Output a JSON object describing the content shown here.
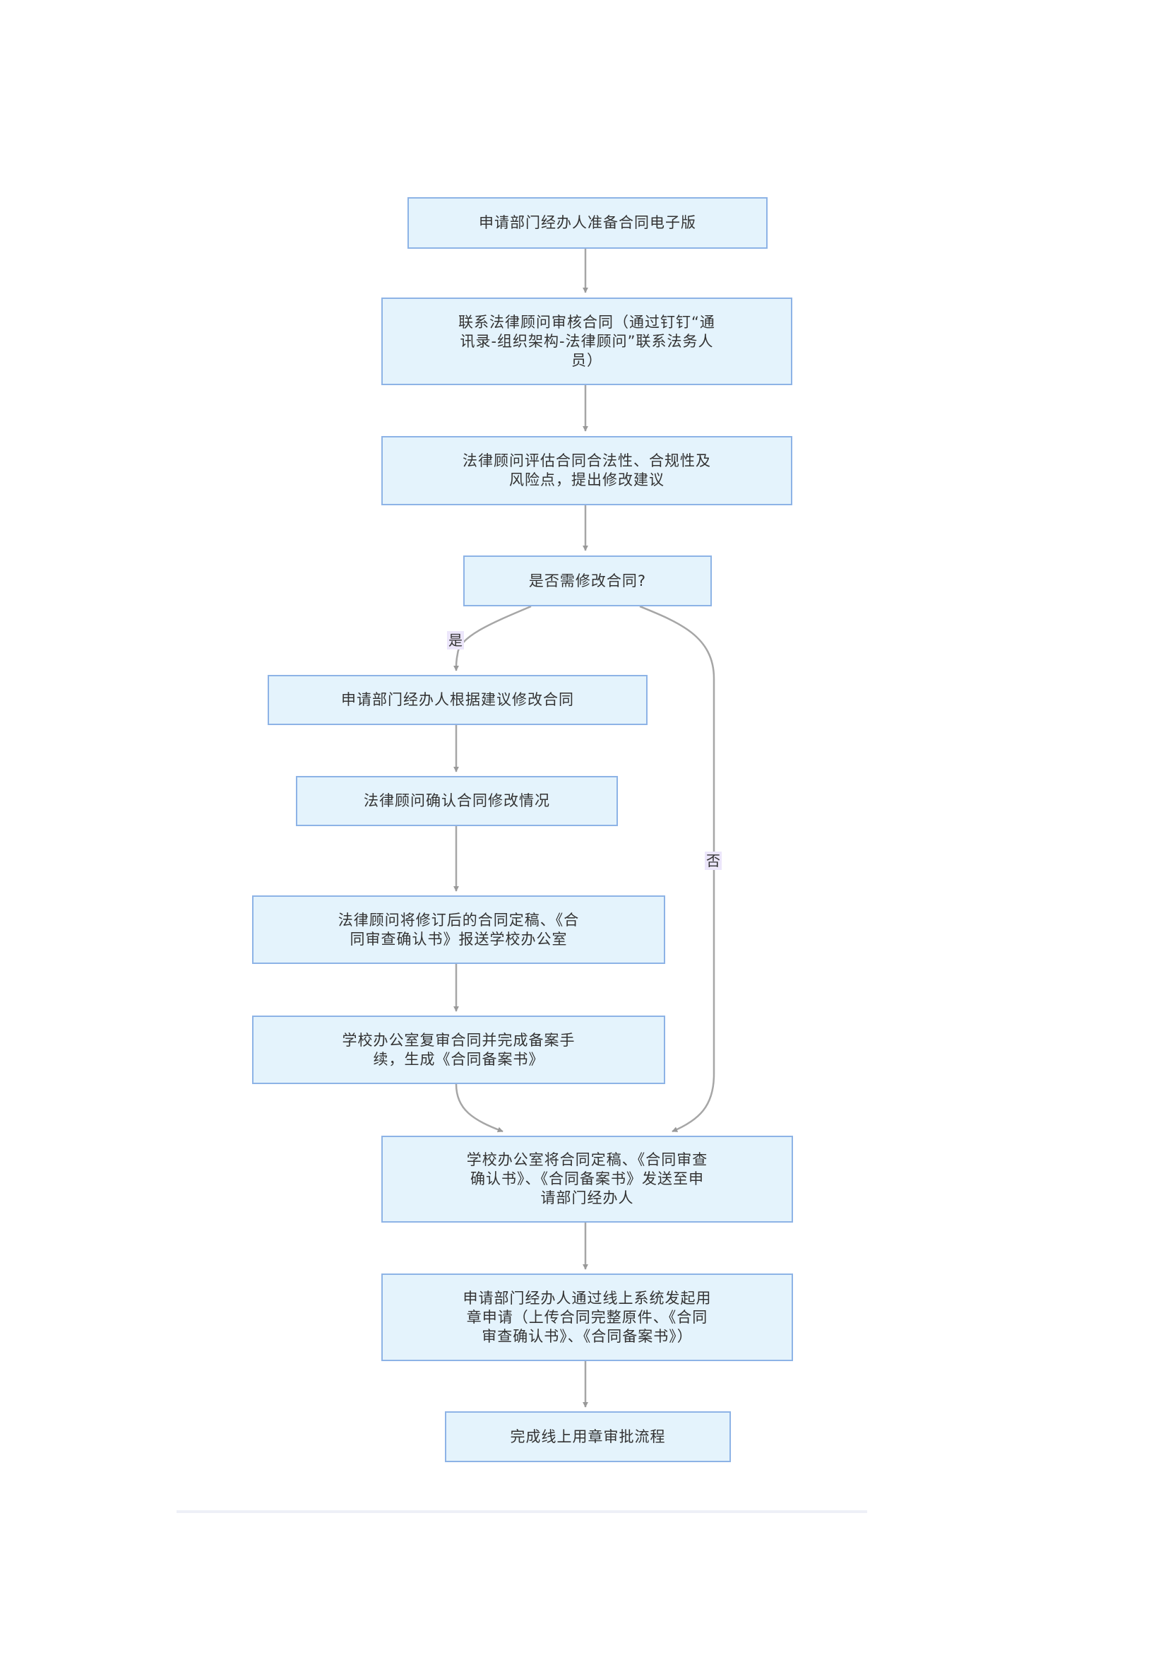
{
  "flowchart": {
    "nodes": [
      {
        "id": "n1",
        "text": "申请部门经办人准备合同电子版"
      },
      {
        "id": "n2",
        "text": "联系法律顾问审核合同（通过钉钉“通\n讯录-组织架构-法律顾问”联系法务人\n员）"
      },
      {
        "id": "n3",
        "text": "法律顾问评估合同合法性、合规性及\n风险点，提出修改建议"
      },
      {
        "id": "n4",
        "text": "是否需修改合同?"
      },
      {
        "id": "n5",
        "text": "申请部门经办人根据建议修改合同"
      },
      {
        "id": "n6",
        "text": "法律顾问确认合同修改情况"
      },
      {
        "id": "n7",
        "text": "法律顾问将修订后的合同定稿、《合\n同审查确认书》报送学校办公室"
      },
      {
        "id": "n8",
        "text": "学校办公室复审合同并完成备案手\n续，生成《合同备案书》"
      },
      {
        "id": "n9",
        "text": "学校办公室将合同定稿、《合同审查\n确认书》、《合同备案书》发送至申\n请部门经办人"
      },
      {
        "id": "n10",
        "text": "申请部门经办人通过线上系统发起用\n章申请（上传合同完整原件、《合同\n审查确认书》、《合同备案书》）"
      },
      {
        "id": "n11",
        "text": "完成线上用章审批流程"
      }
    ],
    "edges": [
      {
        "from": "n1",
        "to": "n2",
        "label": ""
      },
      {
        "from": "n2",
        "to": "n3",
        "label": ""
      },
      {
        "from": "n3",
        "to": "n4",
        "label": ""
      },
      {
        "from": "n4",
        "to": "n5",
        "label": "是"
      },
      {
        "from": "n5",
        "to": "n6",
        "label": ""
      },
      {
        "from": "n6",
        "to": "n7",
        "label": ""
      },
      {
        "from": "n7",
        "to": "n8",
        "label": ""
      },
      {
        "from": "n8",
        "to": "n9",
        "label": ""
      },
      {
        "from": "n4",
        "to": "n9",
        "label": "否"
      },
      {
        "from": "n9",
        "to": "n10",
        "label": ""
      },
      {
        "from": "n10",
        "to": "n11",
        "label": ""
      }
    ],
    "labels": {
      "yes": "是",
      "no": "否"
    },
    "colors": {
      "node_fill": "#e4f3fc",
      "node_border": "#8db3e6",
      "edge": "#a0a0a0",
      "label_bg": "#ece6fb"
    }
  }
}
